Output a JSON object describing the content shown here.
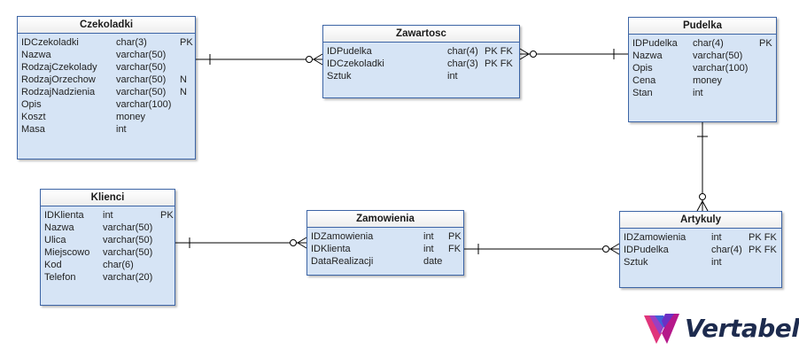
{
  "tables": {
    "czekoladki": {
      "name": "Czekoladki",
      "columns": [
        {
          "name": "IDCzekoladki",
          "type": "char(3)",
          "key": "PK"
        },
        {
          "name": "Nazwa",
          "type": "varchar(50)",
          "key": ""
        },
        {
          "name": "RodzajCzekolady",
          "type": "varchar(50)",
          "key": ""
        },
        {
          "name": "RodzajOrzechow",
          "type": "varchar(50)",
          "key": "N"
        },
        {
          "name": "RodzajNadzienia",
          "type": "varchar(50)",
          "key": "N"
        },
        {
          "name": "Opis",
          "type": "varchar(100)",
          "key": ""
        },
        {
          "name": "Koszt",
          "type": "money",
          "key": ""
        },
        {
          "name": "Masa",
          "type": "int",
          "key": ""
        }
      ]
    },
    "zawartosc": {
      "name": "Zawartosc",
      "columns": [
        {
          "name": "IDPudelka",
          "type": "char(4)",
          "key": "PK FK"
        },
        {
          "name": "IDCzekoladki",
          "type": "char(3)",
          "key": "PK FK"
        },
        {
          "name": "Sztuk",
          "type": "int",
          "key": ""
        }
      ]
    },
    "pudelka": {
      "name": "Pudelka",
      "columns": [
        {
          "name": "IDPudelka",
          "type": "char(4)",
          "key": "PK"
        },
        {
          "name": "Nazwa",
          "type": "varchar(50)",
          "key": ""
        },
        {
          "name": "Opis",
          "type": "varchar(100)",
          "key": ""
        },
        {
          "name": "Cena",
          "type": "money",
          "key": ""
        },
        {
          "name": "Stan",
          "type": "int",
          "key": ""
        }
      ]
    },
    "klienci": {
      "name": "Klienci",
      "columns": [
        {
          "name": "IDKlienta",
          "type": "int",
          "key": "PK"
        },
        {
          "name": "Nazwa",
          "type": "varchar(50)",
          "key": ""
        },
        {
          "name": "Ulica",
          "type": "varchar(50)",
          "key": ""
        },
        {
          "name": "Miejscowo",
          "type": "varchar(50)",
          "key": ""
        },
        {
          "name": "Kod",
          "type": "char(6)",
          "key": ""
        },
        {
          "name": "Telefon",
          "type": "varchar(20)",
          "key": ""
        }
      ]
    },
    "zamowienia": {
      "name": "Zamowienia",
      "columns": [
        {
          "name": "IDZamowienia",
          "type": "int",
          "key": "PK"
        },
        {
          "name": "IDKlienta",
          "type": "int",
          "key": "FK"
        },
        {
          "name": "DataRealizacji",
          "type": "date",
          "key": ""
        }
      ]
    },
    "artykuly": {
      "name": "Artykuly",
      "columns": [
        {
          "name": "IDZamowienia",
          "type": "int",
          "key": "PK FK"
        },
        {
          "name": "IDPudelka",
          "type": "char(4)",
          "key": "PK FK"
        },
        {
          "name": "Sztuk",
          "type": "int",
          "key": ""
        }
      ]
    }
  },
  "relationships": [
    {
      "from": "Czekoladki",
      "to": "Zawartosc",
      "from_cardinality": "one",
      "to_cardinality": "zero-or-many"
    },
    {
      "from": "Pudelka",
      "to": "Zawartosc",
      "from_cardinality": "one",
      "to_cardinality": "zero-or-many"
    },
    {
      "from": "Pudelka",
      "to": "Artykuly",
      "from_cardinality": "one",
      "to_cardinality": "zero-or-many"
    },
    {
      "from": "Klienci",
      "to": "Zamowienia",
      "from_cardinality": "one",
      "to_cardinality": "zero-or-many"
    },
    {
      "from": "Zamowienia",
      "to": "Artykuly",
      "from_cardinality": "one",
      "to_cardinality": "zero-or-many"
    }
  ],
  "logo": {
    "text": "Vertabelo",
    "icon": "vertabelo-logo-icon"
  },
  "colors": {
    "table_fill": "#d6e4f5",
    "table_border": "#3c64a5",
    "line": "#000000",
    "logo_text": "#1d2b4e"
  }
}
